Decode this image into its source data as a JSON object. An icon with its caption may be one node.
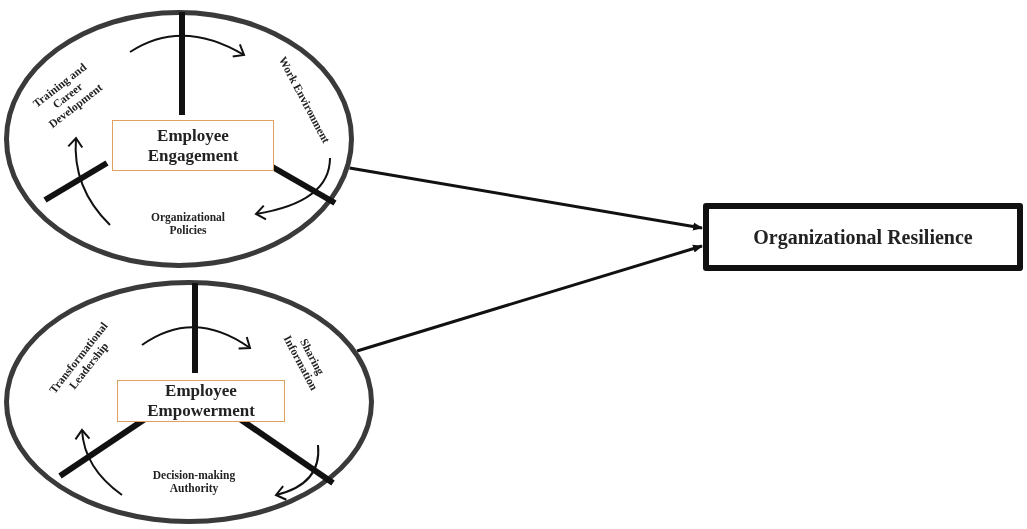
{
  "diagram": {
    "nodes": [
      {
        "text": [
          "Training and Career Development",
          "Work Environment",
          "Organizational Policies"
        ]
      },
      {
        "text": [
          "Employee Engagement"
        ],
        "in": 0
      },
      {
        "text": [
          "Transformational Leadership",
          "Sharing Information",
          "Decision-making Authority"
        ]
      },
      {
        "text": [
          "Employee Empowerment"
        ],
        "in": 2
      },
      {
        "text": [
          "Organizational Resilience"
        ]
      }
    ],
    "edges": [
      {
        "from": 0,
        "to": 4,
        "arrow": "to"
      },
      {
        "from": 2,
        "to": 4,
        "arrow": "to"
      }
    ]
  }
}
